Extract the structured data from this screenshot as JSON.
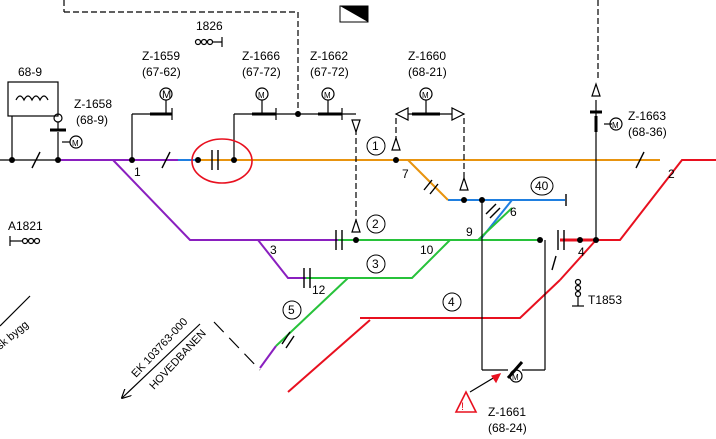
{
  "colors": {
    "purple": "#8a1fbf",
    "orange": "#e8940f",
    "blue": "#1f7fe0",
    "green": "#27c23a",
    "red": "#e8101f",
    "black": "#000000",
    "annotation_red": "#e8101f"
  },
  "labels": {
    "z1826": "1826",
    "z68_9": "68-9",
    "z1658_a": "Z-1658",
    "z1658_b": "(68-9)",
    "z1659_a": "Z-1659",
    "z1659_b": "(67-62)",
    "z1666_a": "Z-1666",
    "z1666_b": "(67-72)",
    "z1662_a": "Z-1662",
    "z1662_b": "(67-72)",
    "z1660_a": "Z-1660",
    "z1660_b": "(68-21)",
    "z1663_a": "Z-1663",
    "z1663_b": "(68-36)",
    "z1661_a": "Z-1661",
    "z1661_b": "(68-24)",
    "a1821": "A1821",
    "t1853": "T1853",
    "ek_a": "EK 103763-000",
    "ek_b": "HOVEDBANEN",
    "sk_bygg": "sk bygg",
    "motor": "M"
  },
  "track_numbers": {
    "t1": "1",
    "t2": "2",
    "t3": "3",
    "t4": "4",
    "t6": "6",
    "t7": "7",
    "t9": "9",
    "t10": "10",
    "t12": "12"
  },
  "circled_numbers": {
    "c1": "1",
    "c2": "2",
    "c3": "3",
    "c4": "4",
    "c5": "5",
    "c40": "40"
  }
}
